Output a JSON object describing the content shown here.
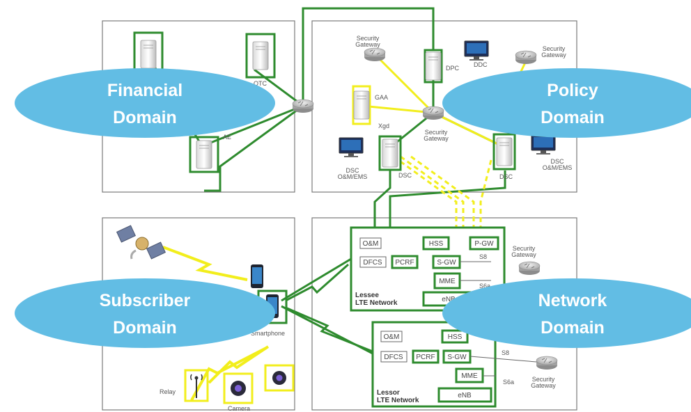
{
  "domains": {
    "financial": [
      "Financial",
      "Domain"
    ],
    "policy": [
      "Policy",
      "Domain"
    ],
    "subscriber": [
      "Subscriber",
      "Domain"
    ],
    "network": [
      "Network",
      "Domain"
    ]
  },
  "labels": {
    "otc": "OTC",
    "ae": "AE",
    "gaa": "GAA",
    "xgd": "Xgd",
    "dpc": "DPC",
    "ddc": "DDC",
    "sec_gw_1": [
      "Security",
      "Gateway"
    ],
    "sec_gw_2": [
      "Security",
      "Gateway"
    ],
    "sec_gw_center": [
      "Security",
      "Gateway"
    ],
    "sec_gw_net1": [
      "Security",
      "Gateway"
    ],
    "sec_gw_net2": [
      "Security",
      "Gateway"
    ],
    "dsc_left": "DSC",
    "dsc_left_ems": [
      "DSC",
      "O&M/EMS"
    ],
    "dsc_right": "DSC",
    "dsc_right_ems": [
      "DSC",
      "O&M/EMS"
    ],
    "smartphone": "Smartphone",
    "relay": "Relay",
    "camera": "Camera"
  },
  "lessee": {
    "om": "O&M",
    "hss": "HSS",
    "pgw": "P-GW",
    "dfcs": "DFCS",
    "pcrf": "PCRF",
    "sgw": "S-GW",
    "s8": "S8",
    "mme": "MME",
    "s6a": "S6a",
    "enb": "eNB",
    "title": [
      "Lessee",
      "LTE Network"
    ]
  },
  "lessor": {
    "om": "O&M",
    "hss": "HSS",
    "dfcs": "DFCS",
    "pcrf": "PCRF",
    "sgw": "S-GW",
    "s8": "S8",
    "mme": "MME",
    "s6a": "S6a",
    "enb": "eNB",
    "title": [
      "Lessor",
      "LTE Network"
    ]
  },
  "colors": {
    "green": "#2e8b2e",
    "yellow": "#f2ee1c",
    "ellipse": "#62bde4",
    "frame": "#7a7a7a"
  }
}
